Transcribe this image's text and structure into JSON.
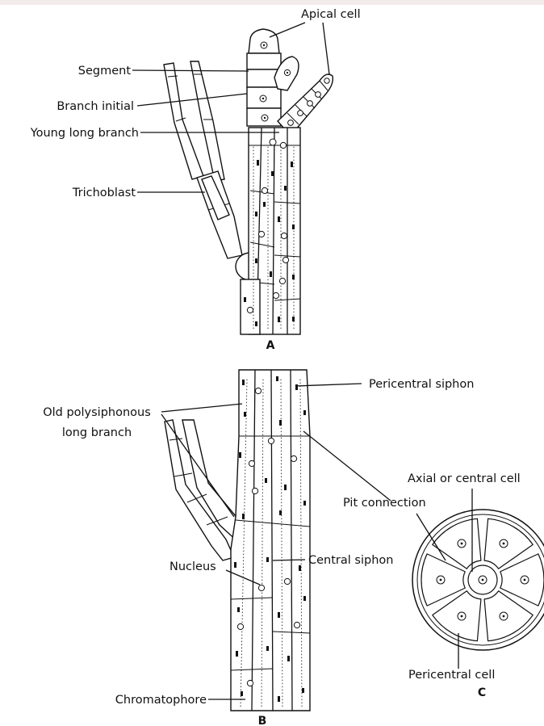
{
  "figure": {
    "panel_a": {
      "letter": "A",
      "labels": {
        "apical_cell": "Apical cell",
        "segment": "Segment",
        "branch_initial": "Branch initial",
        "young_long_branch": "Young long branch",
        "trichoblast": "Trichoblast"
      }
    },
    "panel_b": {
      "letter": "B",
      "labels": {
        "pericentral_siphon": "Pericentral siphon",
        "old_polysiphonous_line1": "Old polysiphonous",
        "old_polysiphonous_line2": "long branch",
        "central_siphon": "Central siphon",
        "nucleus": "Nucleus",
        "chromatophore": "Chromatophore"
      }
    },
    "panel_c": {
      "letter": "C",
      "labels": {
        "axial_or_central_cell": "Axial or central cell",
        "pit_connection": "Pit connection",
        "pericentral_cell": "Pericentral cell"
      }
    }
  }
}
